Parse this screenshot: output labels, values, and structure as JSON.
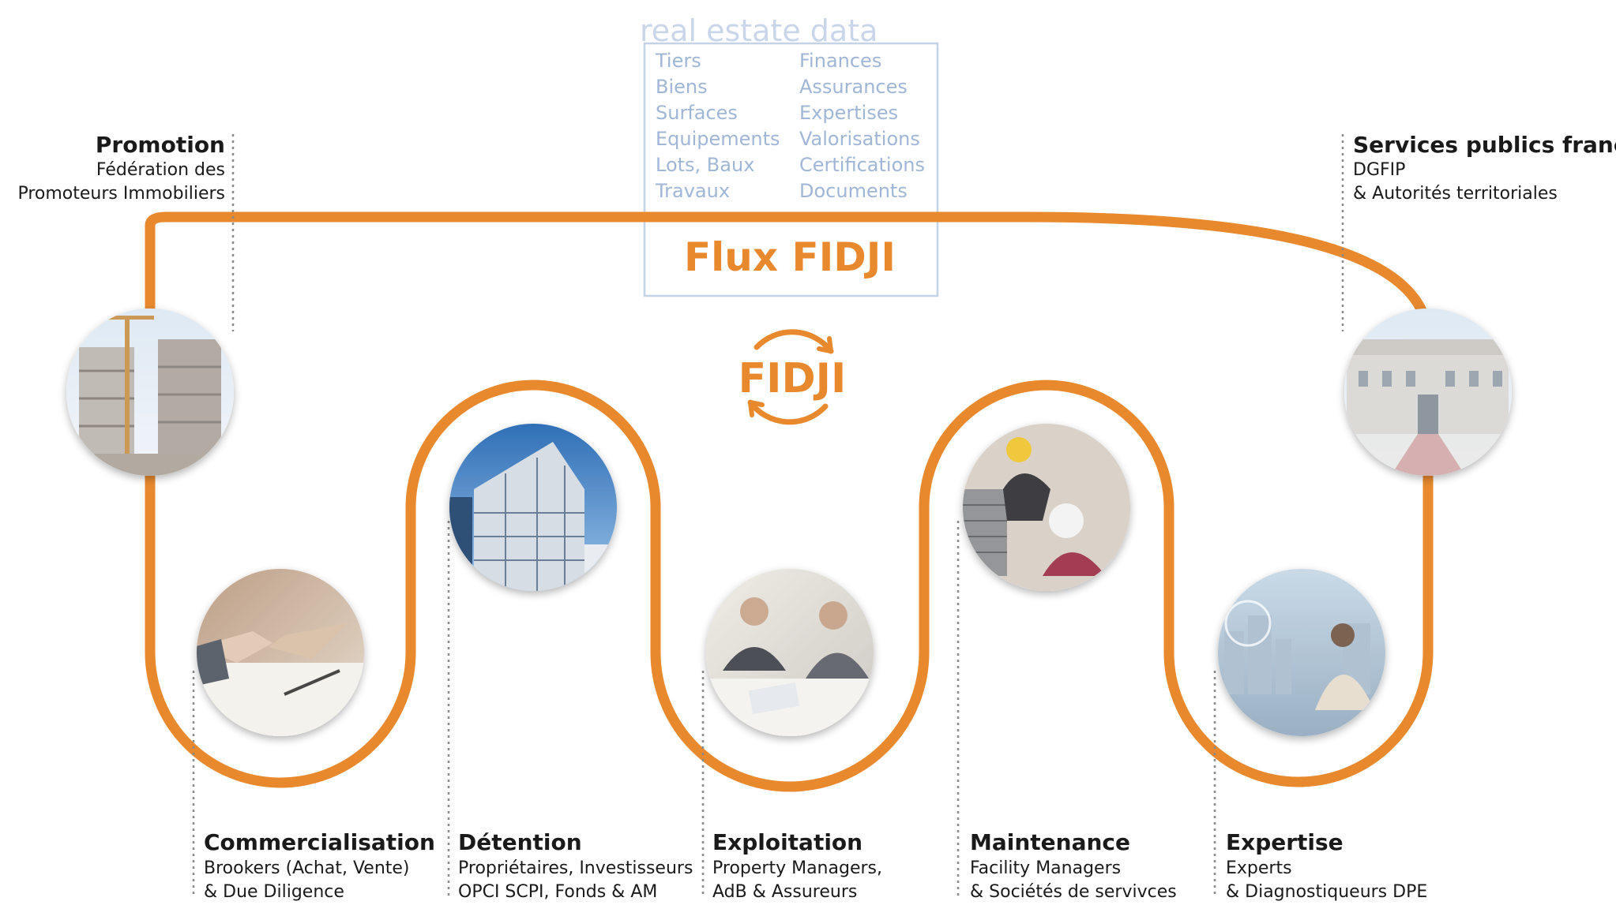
{
  "colors": {
    "accent": "#e8892e",
    "data_text": "#9fb6d6",
    "box_border": "#c3d3e8",
    "label": "#1a1a1a"
  },
  "data_panel": {
    "heading": "real estate data",
    "left_items": [
      "Tiers",
      "Biens",
      "Surfaces",
      "Equipements",
      "Lots, Baux",
      "Travaux"
    ],
    "right_items": [
      "Finances",
      "Assurances",
      "Expertises",
      "Valorisations",
      "Certifications",
      "Documents"
    ],
    "flux_label": "Flux FIDJI"
  },
  "logo": {
    "text": "FIDJI",
    "icon": "circular-arrows-icon"
  },
  "stages": [
    {
      "key": "promotion",
      "title": "Promotion",
      "lines": [
        "Fédération des",
        "Promoteurs Immobiliers"
      ],
      "photo": "construction-site-photo"
    },
    {
      "key": "commercialisation",
      "title": "Commercialisation",
      "lines": [
        "Brookers (Achat, Vente)",
        "& Due Diligence"
      ],
      "photo": "handshake-photo"
    },
    {
      "key": "detention",
      "title": "Détention",
      "lines": [
        "Propriétaires, Investisseurs",
        "OPCI SCPI, Fonds & AM"
      ],
      "photo": "office-tower-photo"
    },
    {
      "key": "exploitation",
      "title": "Exploitation",
      "lines": [
        "Property Managers,",
        "AdB & Assureurs"
      ],
      "photo": "business-meeting-photo"
    },
    {
      "key": "maintenance",
      "title": "Maintenance",
      "lines": [
        "Facility Managers",
        "& Sociétés de servivces"
      ],
      "photo": "technicians-photo"
    },
    {
      "key": "expertise",
      "title": "Expertise",
      "lines": [
        "Experts",
        "& Diagnostiqueurs DPE"
      ],
      "photo": "expert-city-photo"
    },
    {
      "key": "services_publics",
      "title": "Services publics français",
      "lines": [
        "DGFIP",
        "& Autorités territoriales"
      ],
      "photo": "government-palace-photo"
    }
  ]
}
